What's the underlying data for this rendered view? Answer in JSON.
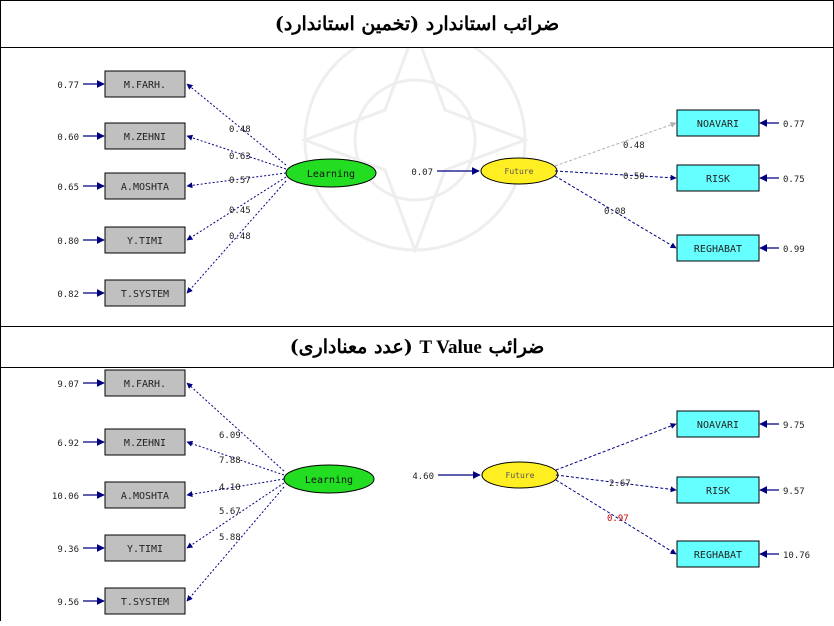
{
  "panel1": {
    "title": "ضرائب استاندارد (تخمین استاندارد)",
    "indicators": [
      {
        "label": "M.FARH.",
        "error": "0.77",
        "loading": "0.48"
      },
      {
        "label": "M.ZEHNI",
        "error": "0.60",
        "loading": "0.63"
      },
      {
        "label": "A.MOSHTA",
        "error": "0.65",
        "loading": "0.57"
      },
      {
        "label": "Y.TIMI",
        "error": "0.80",
        "loading": "0.45"
      },
      {
        "label": "T.SYSTEM",
        "error": "0.82",
        "loading": "0.48"
      }
    ],
    "latent_left": "Learning",
    "latent_right": "Future",
    "path_value": "0.07",
    "outcomes": [
      {
        "label": "NOAVARI",
        "loading": "0.48",
        "error": "0.77"
      },
      {
        "label": "RISK",
        "loading": "0.50",
        "error": "0.75"
      },
      {
        "label": "REGHABAT",
        "loading": "0.08",
        "error": "0.99"
      }
    ]
  },
  "panel2": {
    "title_prefix": "ضرائب",
    "title_term": "T Value",
    "title_suffix": "(عدد معناداری)",
    "indicators": [
      {
        "label": "M.FARH.",
        "error": "9.07",
        "loading": "6.09"
      },
      {
        "label": "M.ZEHNI",
        "error": "6.92",
        "loading": "7.88"
      },
      {
        "label": "A.MOSHTA",
        "error": "10.06",
        "loading": "4.10"
      },
      {
        "label": "Y.TIMI",
        "error": "9.36",
        "loading": "5.67"
      },
      {
        "label": "T.SYSTEM",
        "error": "9.56",
        "loading": "5.88"
      }
    ],
    "latent_left": "Learning",
    "latent_right": "Future",
    "path_value": "4.60",
    "outcomes": [
      {
        "label": "NOAVARI",
        "loading": "",
        "error": "9.75"
      },
      {
        "label": "RISK",
        "loading": "2.67",
        "error": "9.57"
      },
      {
        "label": "REGHABAT",
        "loading": "0.97",
        "error": "10.76"
      }
    ]
  },
  "colors": {
    "indicator_box": "#c0c0c0",
    "outcome_box": "#66ffff",
    "learning_fill": "#22dd22",
    "future_fill": "#ffee22",
    "arrow": "#000080",
    "faint_arrow": "#b0b0b0",
    "nonsig_value": "#cc0000"
  }
}
